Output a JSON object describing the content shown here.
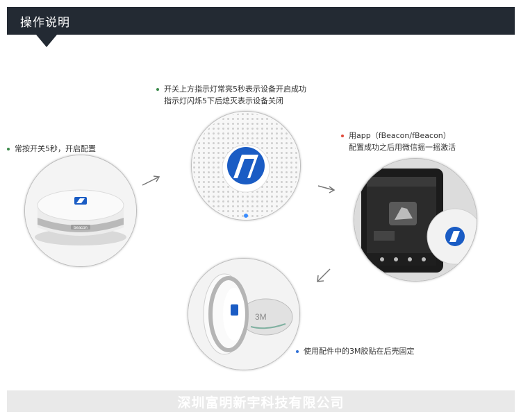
{
  "header": {
    "title": "操作说明"
  },
  "captions": {
    "step1": {
      "text": "常按开关5秒，开启配置",
      "dot_color": "#3a8a4a"
    },
    "step2": {
      "line1": "开关上方指示灯常亮5秒表示设备开启成功",
      "line2": "指示灯闪烁5下后熄灭表示设备关闭",
      "dot_color": "#3a8a4a"
    },
    "step3": {
      "line1": "用app（fBeacon/fBeacon）",
      "line2": "配置成功之后用微信摇一摇激活",
      "dot_color": "#e04a3a"
    },
    "step4": {
      "text": "使用配件中的3M胶贴在后壳固定",
      "dot_color": "#2f6fd6"
    }
  },
  "device_label": "beacon",
  "sticker_label": "3M",
  "footer": {
    "company": "深圳富明新宇科技有限公司"
  },
  "colors": {
    "header_bg": "#232a33",
    "footer_bg": "#e9e9e9",
    "logo_blue": "#1a5cc4",
    "led_blue": "#3a8cff"
  }
}
